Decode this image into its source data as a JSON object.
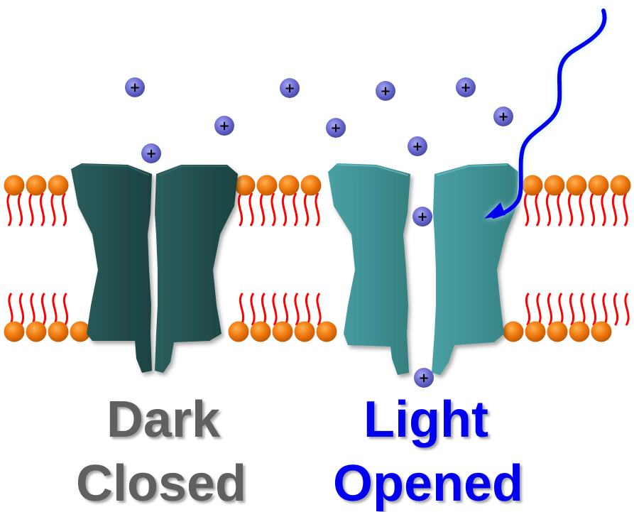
{
  "labels": {
    "closed_state": {
      "line1": "Dark",
      "line2": "Closed"
    },
    "open_state": {
      "line1": "Light",
      "line2": "Opened"
    }
  },
  "ion_symbol": "+",
  "colors": {
    "closed_label": "#606060",
    "open_label": "#0000ee",
    "closed_channel": "#23504f",
    "open_channel": "#3f9195",
    "lipid_head": "#f07a10",
    "lipid_tail": "#ff0000",
    "ion": "#6b6bd0",
    "light_arrow": "#0000ee"
  },
  "icons": {
    "ion": "cation-icon",
    "light": "light-wave-arrow-icon"
  }
}
